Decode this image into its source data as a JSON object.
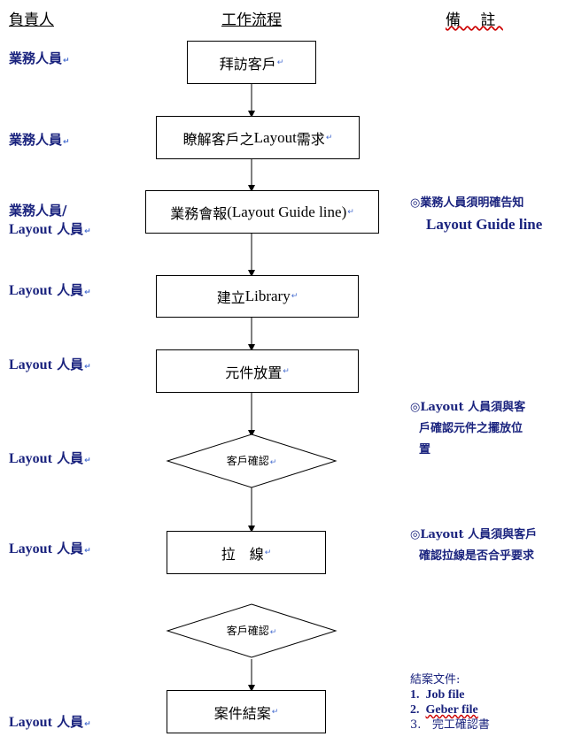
{
  "headers": {
    "owner": "負責人",
    "flow": "工作流程",
    "note": "備 註"
  },
  "roles": {
    "r1": "業務人員",
    "r2": "業務人員",
    "r3_line1": "業務人員/",
    "r3_line2_en": "Layout",
    "r3_line2_zh": " 人員",
    "r4_en": "Layout",
    "r4_zh": " 人員",
    "r5_en": "Layout",
    "r5_zh": " 人員",
    "r6_en": "Layout",
    "r6_zh": " 人員",
    "r7_en": "Layout",
    "r7_zh": " 人員",
    "r8_en": "Layout",
    "r8_zh": " 人員"
  },
  "steps": {
    "s1": "拜訪客戶",
    "s2_zh": "瞭解客戶之 ",
    "s2_en": "Layout",
    "s2_zh2": " 需求",
    "s3_zh": "業務會報",
    "s3_en": "(Layout Guide line)",
    "s4_zh": "建立 ",
    "s4_en": "Library",
    "s5": "元件放置",
    "d1": "客戶確認",
    "s6": "拉　線",
    "d2": "客戶確認",
    "s7": "案件結案"
  },
  "para_mark": "↵",
  "notes": {
    "n1_line1": "◎業務人員須明確告知",
    "n1_line2": "Layout Guide line",
    "n2_line1": "◎Layout 人員須與客",
    "n2_line2": "戶確認元件之擺放位",
    "n2_line3": "置",
    "n3_line1": "◎Layout 人員須與客戶",
    "n3_line2": "確認拉線是否合乎要求"
  },
  "closing": {
    "title": "結案文件:",
    "items": [
      {
        "num": "1.",
        "text": "Job file"
      },
      {
        "num": "2.",
        "text": "Geber file"
      },
      {
        "num": "3.",
        "text": "完工確認書"
      }
    ]
  }
}
